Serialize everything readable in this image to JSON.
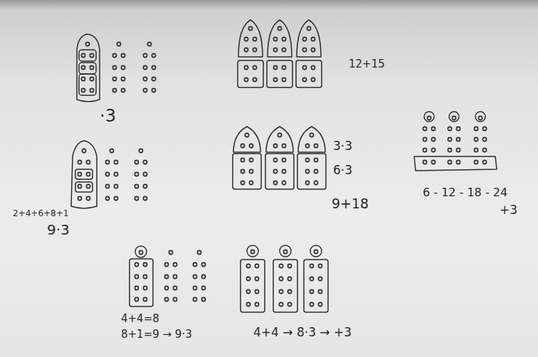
{
  "diagram": {
    "labels": [
      "·3",
      "12+15",
      "2+4+6+8+1",
      "9·3",
      "3·3",
      "6·3",
      "9+18",
      "6 - 12 - 18 - 24",
      "+3",
      "4+4=8",
      "8+1=9 → 9·3",
      "4+4 → 8·3 → +3"
    ]
  }
}
